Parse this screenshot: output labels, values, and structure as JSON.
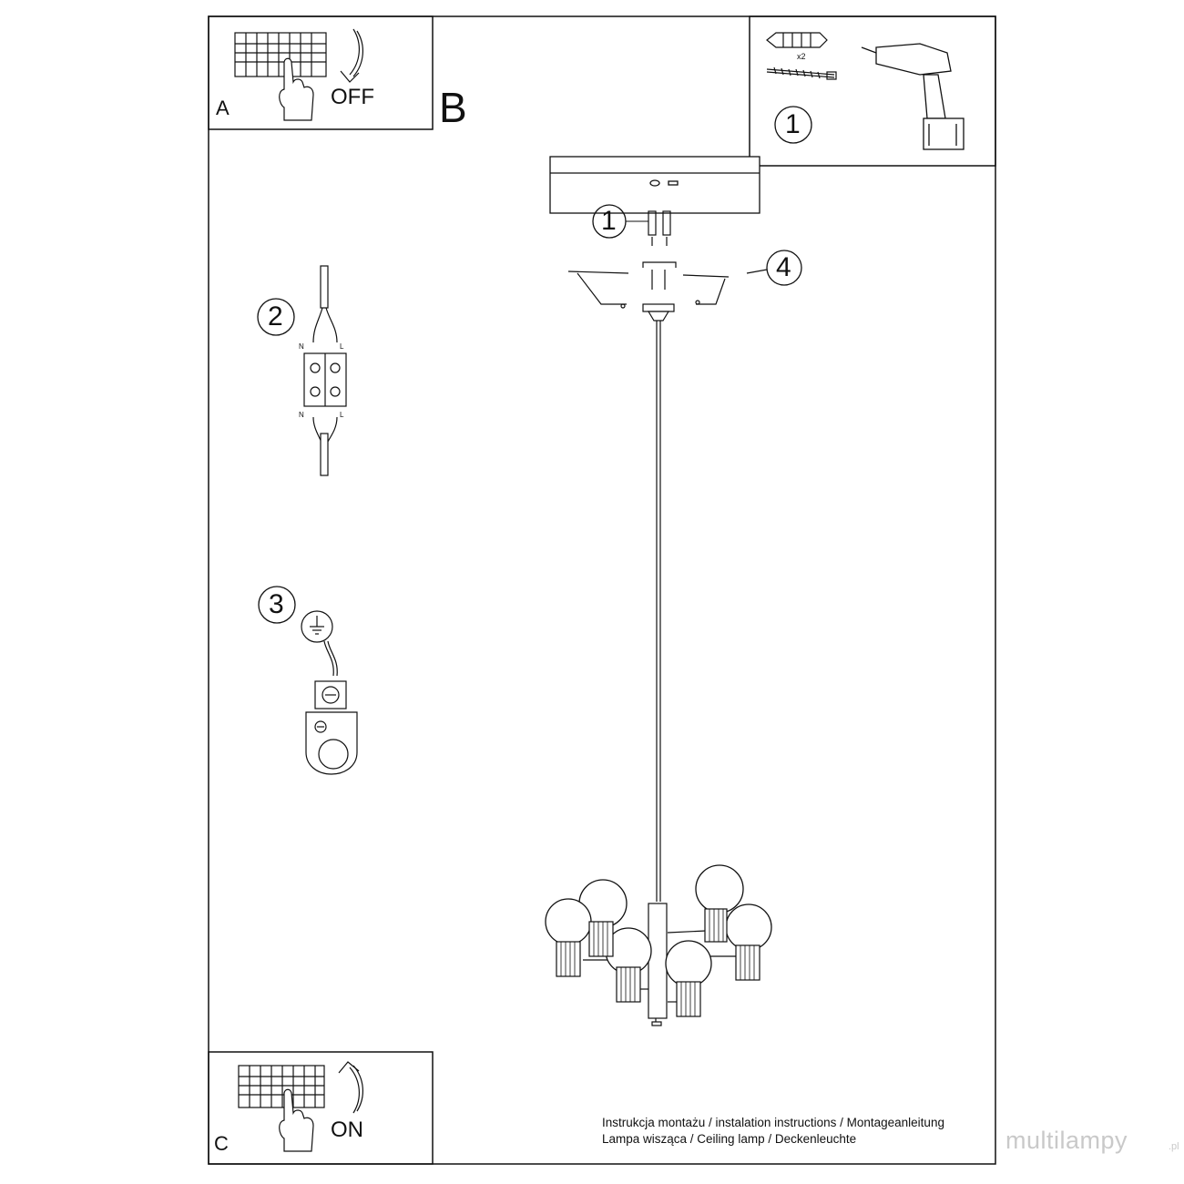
{
  "panels": {
    "a": {
      "letter": "A",
      "switch_text": "OFF"
    },
    "b": {
      "letter": "B"
    },
    "c": {
      "letter": "C",
      "switch_text": "ON"
    }
  },
  "steps": {
    "drill_panel_number": "1",
    "anchor_callout": "1",
    "wiring_step": "2",
    "ground_step": "3",
    "bracket_callout": "4"
  },
  "parts": {
    "quantity_label": "x2"
  },
  "wiring": {
    "top_left": "N",
    "top_right": "L",
    "bottom_left": "N",
    "bottom_right": "L"
  },
  "footer": {
    "line1": "Instrukcja montażu / instalation instructions / Montageanleitung",
    "line2": "Lampa wisząca / Ceiling lamp / Deckenleuchte"
  },
  "watermark": {
    "brand": "multilampy",
    "suffix": ".pl"
  }
}
